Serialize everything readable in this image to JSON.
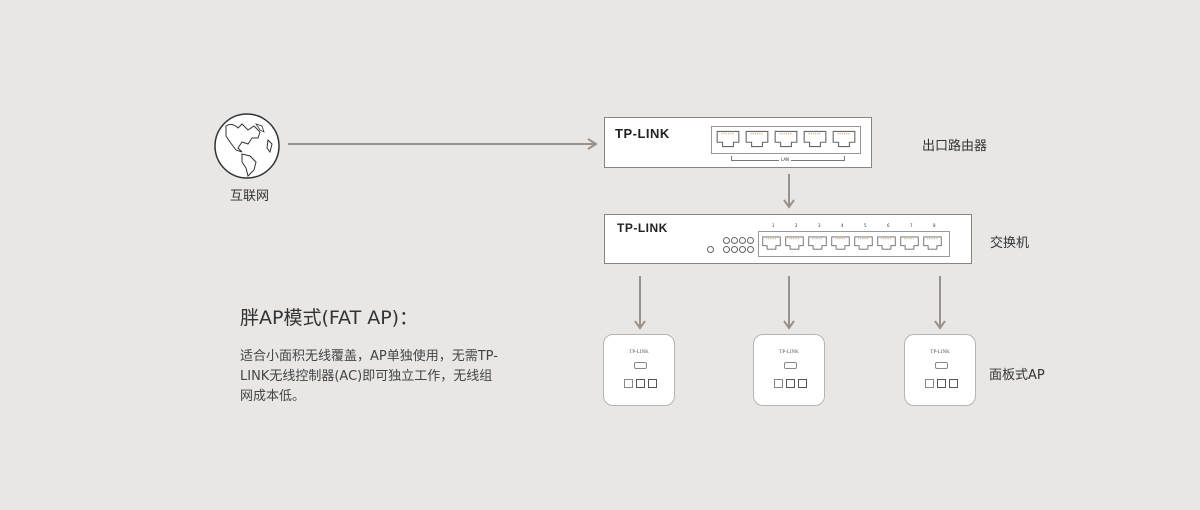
{
  "diagram": {
    "nodes": {
      "internet": {
        "label": "互联网",
        "icon": "globe-icon"
      },
      "router": {
        "label": "出口路由器",
        "brand": "TP-LINK",
        "port_group_label": "LAN",
        "port_count": 5
      },
      "switch": {
        "label": "交换机",
        "brand": "TP-LINK",
        "port_numbers": [
          "1",
          "2",
          "3",
          "4",
          "5",
          "6",
          "7",
          "8"
        ]
      },
      "aps": {
        "label": "面板式AP",
        "brand": "TP-LINK",
        "count": 3
      }
    },
    "edges": [
      {
        "from": "internet",
        "to": "router"
      },
      {
        "from": "router",
        "to": "switch"
      },
      {
        "from": "switch",
        "to": "ap-1"
      },
      {
        "from": "switch",
        "to": "ap-2"
      },
      {
        "from": "switch",
        "to": "ap-3"
      }
    ],
    "arrow_color": "#9a928a"
  },
  "info": {
    "title": "胖AP模式(FAT AP)：",
    "description": "适合小面积无线覆盖，AP单独使用，无需TP-LINK无线控制器(AC)即可独立工作，无线组网成本低。"
  }
}
